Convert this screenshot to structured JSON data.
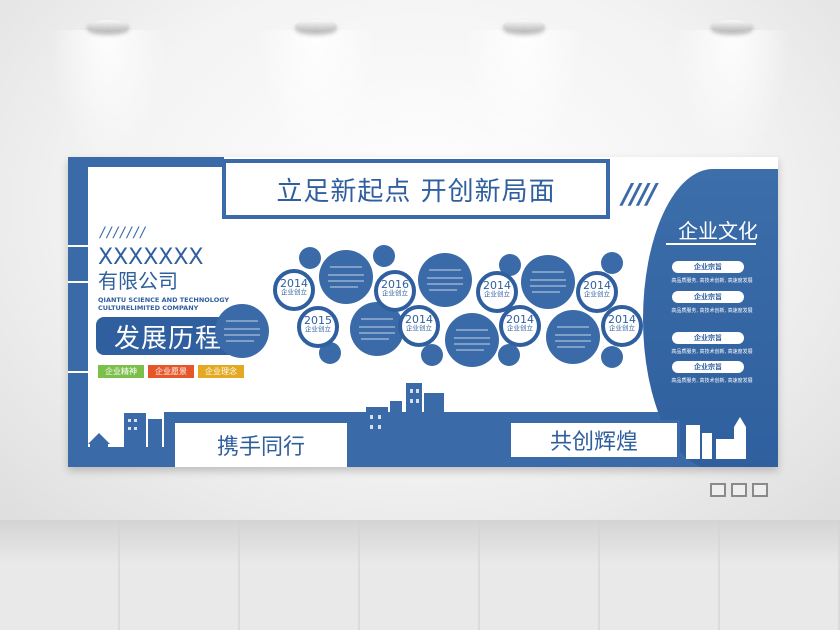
{
  "board": {
    "headline": "立足新起点 开创新局面",
    "slashes_left": "///////",
    "slashes_right": "////",
    "company_name_1": "XXXXXXX",
    "company_name_2": "有限公司",
    "company_en_1": "QIANTU SCIENCE AND TECHNOLOGY",
    "company_en_2": "CULTURELIMITED COMPANY",
    "section_title": "发展历程",
    "tags": [
      {
        "label": "企业精神",
        "color": "#7cc04b"
      },
      {
        "label": "企业愿景",
        "color": "#e5572a"
      },
      {
        "label": "企业理念",
        "color": "#e3a923"
      }
    ],
    "timeline": [
      {
        "year": "2014",
        "caption": "企业创立"
      },
      {
        "year": "2015",
        "caption": "企业创立"
      },
      {
        "year": "2016",
        "caption": "企业创立"
      },
      {
        "year": "2014",
        "caption": "企业创立"
      },
      {
        "year": "2014",
        "caption": "企业创立"
      },
      {
        "year": "2014",
        "caption": "企业创立"
      },
      {
        "year": "2014",
        "caption": "企业创立"
      },
      {
        "year": "2014",
        "caption": "企业创立"
      }
    ],
    "culture": {
      "title": "企业文化",
      "items": [
        {
          "label": "企业宗旨",
          "desc": "高品质服务, 高技术创新, 高速度发展"
        },
        {
          "label": "企业宗旨",
          "desc": "高品质服务, 高技术创新, 高速度发展"
        },
        {
          "label": "企业宗旨",
          "desc": "高品质服务, 高技术创新, 高速度发展"
        },
        {
          "label": "企业宗旨",
          "desc": "高品质服务, 高技术创新, 高速度发展"
        }
      ]
    },
    "bottom_left": "携手同行",
    "bottom_right": "共创辉煌"
  },
  "colors": {
    "primary": "#3a6ba8",
    "dark": "#2f5f9e"
  }
}
